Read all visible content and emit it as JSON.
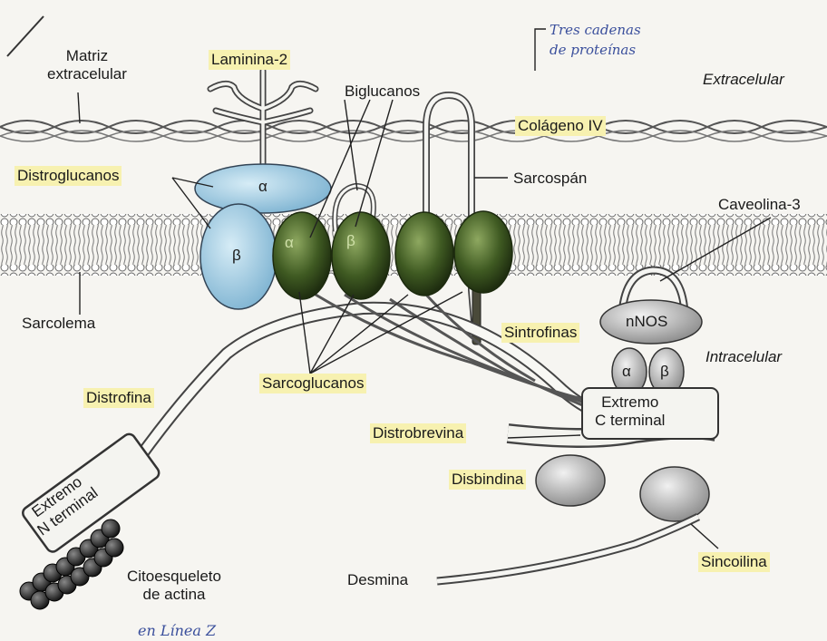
{
  "labels": {
    "matriz": "Matriz\nextracelular",
    "laminina": "Laminina-2",
    "biglucanos": "Biglucanos",
    "colageno": "Colágeno IV",
    "extracelular": "Extracelular",
    "distroglucanos": "Distroglucanos",
    "sarcospan": "Sarcospán",
    "caveolina": "Caveolina-3",
    "sarcolema": "Sarcolema",
    "sintrofinas": "Sintrofinas",
    "nnos": "nNOS",
    "intracelular": "Intracelular",
    "distrofina": "Distrofina",
    "sarcoglucanos": "Sarcoglucanos",
    "extremo_c": "Extremo\nC terminal",
    "distrobrevina": "Distrobrevina",
    "disbindina": "Disbindina",
    "extremo_n": "Extremo\nN terminal",
    "citoesqueleto": "Citoesqueleto\nde actina",
    "desmina": "Desmina",
    "sincoilina": "Sincoilina"
  },
  "greek": {
    "alpha": "α",
    "beta": "β"
  },
  "handwritten": {
    "note_top": "Tres cadenas\nde proteínas",
    "note_bottom": "en Línea Z"
  },
  "colors": {
    "highlight": "#f7f1b0",
    "dystroglycan": "#a9d3e8",
    "sarcoglycan": "#4f6a2c",
    "membrane": "#8c8c8c",
    "ink": "#2a2a2a"
  }
}
